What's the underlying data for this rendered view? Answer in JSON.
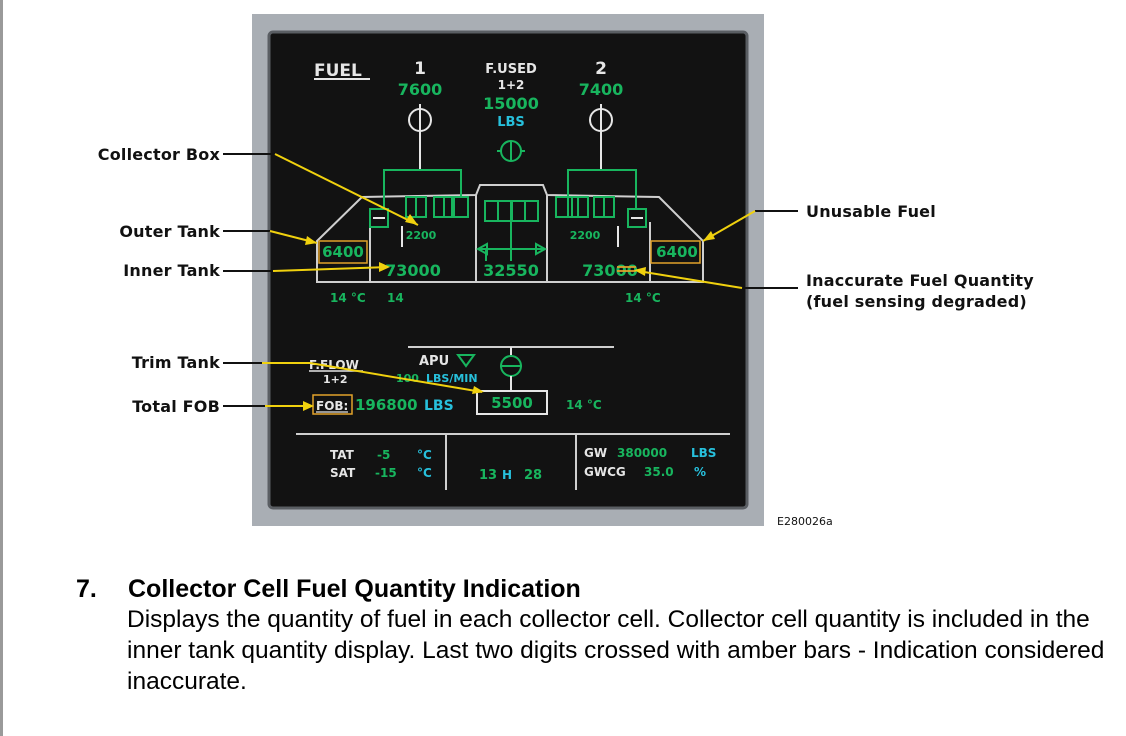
{
  "callouts": {
    "collector_box": "Collector Box",
    "outer_tank": "Outer Tank",
    "inner_tank": "Inner Tank",
    "trim_tank": "Trim Tank",
    "total_fob": "Total FOB",
    "unusable_fuel": "Unusable Fuel",
    "inaccurate_line1": "Inaccurate Fuel Quantity",
    "inaccurate_line2": "(fuel sensing degraded)"
  },
  "display": {
    "title": "FUEL",
    "engine1": {
      "label": "1",
      "fuel_used": "7600"
    },
    "engine2": {
      "label": "2",
      "fuel_used": "7400"
    },
    "fused": {
      "label": "F.USED",
      "sub": "1+2",
      "value": "15000",
      "unit": "LBS"
    },
    "left": {
      "collector": "2200",
      "outer": "6400",
      "inner": "73000",
      "temp_outer": "14 °C",
      "temp_inner": "14"
    },
    "center": {
      "value": "32550"
    },
    "right": {
      "collector": "2200",
      "outer": "6400",
      "inner_prefix": "730",
      "inner_crossed": "00",
      "temp": "14 °C"
    },
    "fflow": {
      "label": "F.FLOW",
      "sub": "1+2",
      "value": "100",
      "unit": "LBS/MIN"
    },
    "apu": {
      "label": "APU"
    },
    "fob": {
      "label": "FOB:",
      "value": "196800",
      "unit": "LBS"
    },
    "trim": {
      "value": "5500",
      "temp": "14 °C"
    },
    "bottom": {
      "tat_label": "TAT",
      "tat_value": "-5",
      "tat_unit": "°C",
      "sat_label": "SAT",
      "sat_value": "-15",
      "sat_unit": "°C",
      "time_h": "13",
      "time_h_label": "H",
      "time_m": "28",
      "gw_label": "GW",
      "gw_value": "380000",
      "gw_unit": "LBS",
      "gwcg_label": "GWCG",
      "gwcg_value": "35.0",
      "gwcg_unit": "%"
    }
  },
  "figure_id": "E280026a",
  "caption": {
    "number": "7.",
    "heading": "Collector Cell Fuel Quantity Indication",
    "body": "Displays the quantity of fuel in each collector cell. Collector cell quantity is included in the inner tank quantity display. Last two digits crossed with amber bars - Indication considered inaccurate."
  },
  "colors": {
    "bezel": "#a9aeb4",
    "screen": "#121212",
    "white": "#e6e6e6",
    "green": "#18b55e",
    "cyan": "#27c0dc",
    "amber": "#e2a22a",
    "leader": "#f0d10e"
  }
}
